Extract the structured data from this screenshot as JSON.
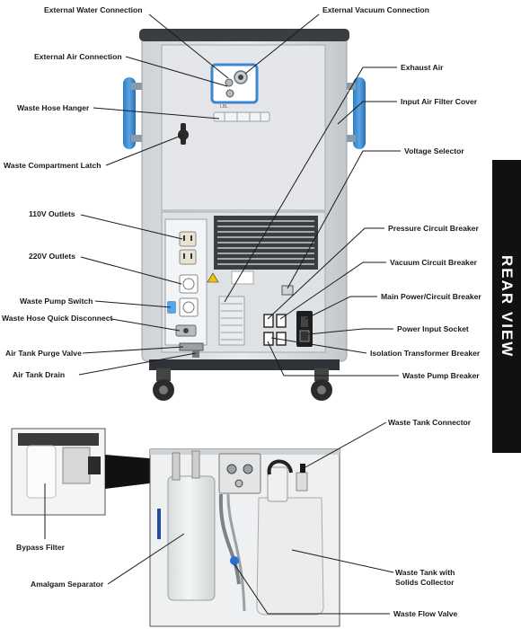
{
  "side_tab": "REAR VIEW",
  "labels": {
    "external_water": "External Water Connection",
    "external_vacuum": "External Vacuum Connection",
    "external_air": "External Air Connection",
    "exhaust_air": "Exhaust Air",
    "waste_hose_hanger": "Waste Hose Hanger",
    "input_air_filter": "Input Air Filter Cover",
    "voltage_selector": "Voltage Selector",
    "waste_compartment_latch": "Waste Compartment Latch",
    "outlets_110": "110V Outlets",
    "pressure_breaker": "Pressure Circuit Breaker",
    "outlets_220": "220V Outlets",
    "vacuum_breaker": "Vacuum Circuit Breaker",
    "waste_pump_switch": "Waste Pump Switch",
    "main_power": "Main Power/Circuit Breaker",
    "waste_hose_quick": "Waste Hose Quick Disconnect",
    "power_input": "Power Input Socket",
    "air_tank_purge": "Air Tank Purge Valve",
    "isolation_breaker": "Isolation Transformer Breaker",
    "air_tank_drain": "Air Tank Drain",
    "waste_pump_breaker": "Waste Pump Breaker",
    "waste_tank_connector": "Waste Tank Connector",
    "bypass_filter": "Bypass Filter",
    "waste_tank_line1": "Waste Tank with",
    "waste_tank_line2": "Solids Collector",
    "amalgam_separator": "Amalgam Separator",
    "waste_flow_valve": "Waste Flow Valve"
  }
}
